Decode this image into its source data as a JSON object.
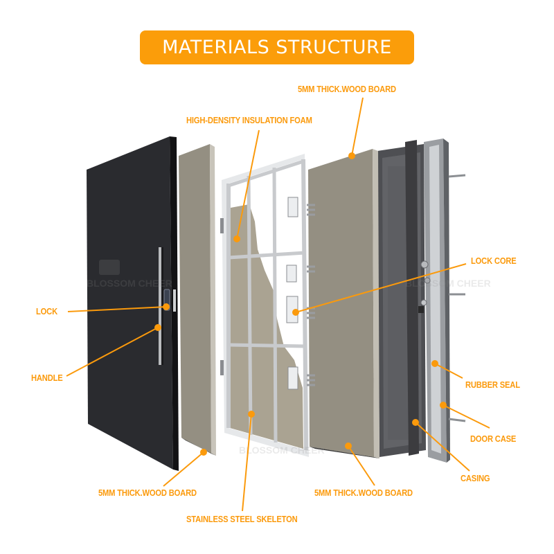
{
  "title": "MATERIALS STRUCTURE",
  "watermark": "BLOSSOM CHEER",
  "colors": {
    "accent": "#fb9d0a",
    "label": "#fb9a0c",
    "door_panel": "#2a2b2f",
    "wood_board": "#948f82",
    "steel_frame": "#d8dadc",
    "insulation_foam": "#aaa392",
    "casing": "#3c3c3f",
    "door_case": "#8a8d91"
  },
  "labels": {
    "wood_board_top": "5MM THICK.WOOD BOARD",
    "insulation_foam": "HIGH-DENSITY INSULATION FOAM",
    "lock": "LOCK",
    "handle": "HANDLE",
    "lock_core": "LOCK CORE",
    "rubber_seal": "RUBBER SEAL",
    "door_case": "DOOR CASE",
    "casing": "CASING",
    "wood_board_bottom_left": "5MM THICK.WOOD BOARD",
    "wood_board_bottom_right": "5MM THICK.WOOD BOARD",
    "steel_skeleton": "STAINLESS STEEL SKELETON"
  }
}
